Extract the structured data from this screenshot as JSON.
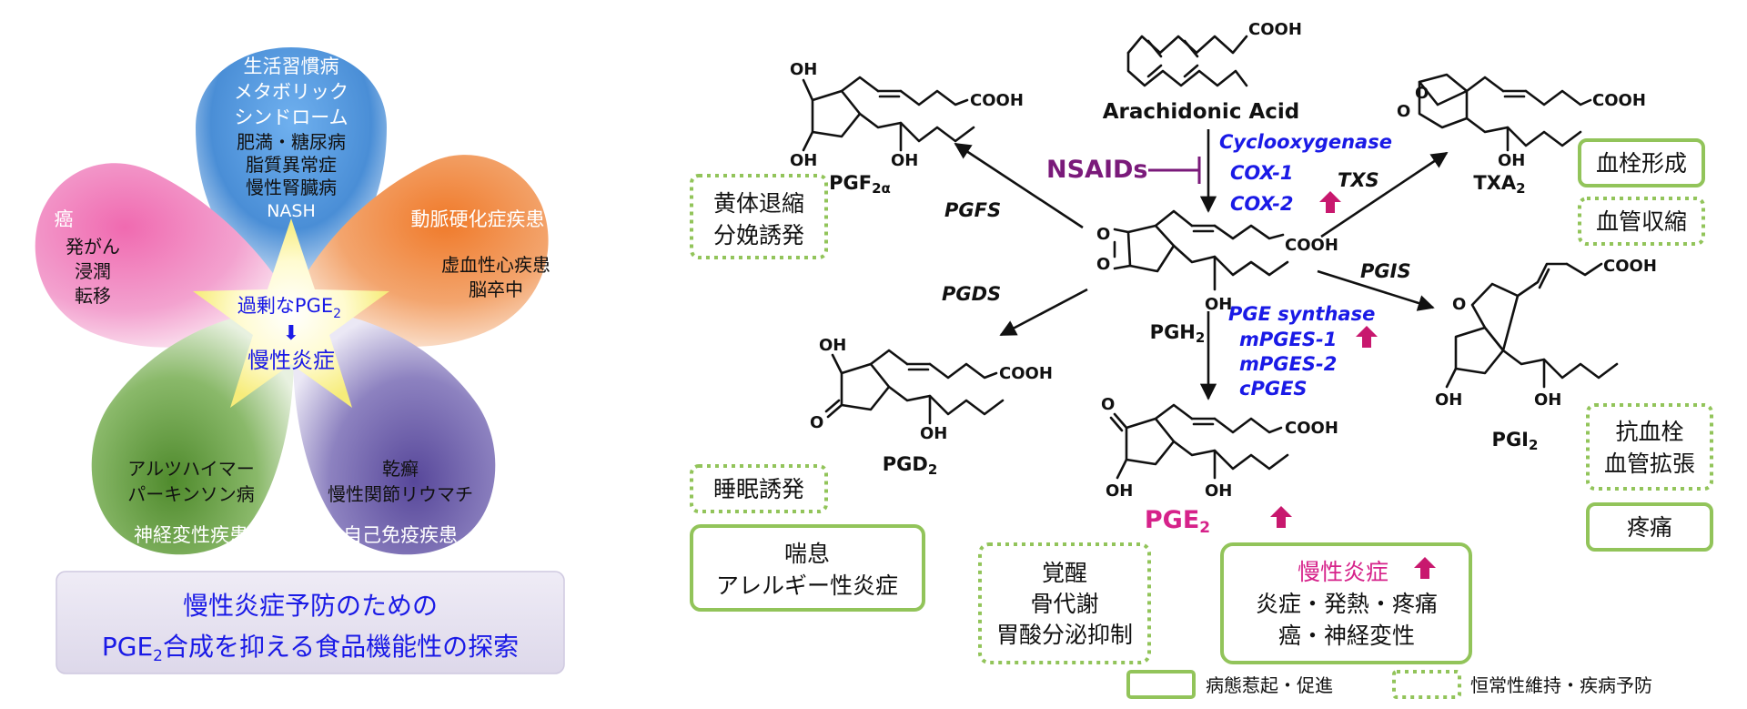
{
  "left": {
    "petals": {
      "top": {
        "lines": [
          "生活習慣病",
          "メタボリック",
          "シンドローム",
          "肥満・糖尿病",
          "脂質異常症",
          "慢性腎臓病",
          "NASH"
        ],
        "color": "#4a8ed6"
      },
      "upper_left": {
        "title": "癌",
        "lines": [
          "発がん",
          "浸潤",
          "転移"
        ],
        "color": "#ec5aa7"
      },
      "upper_right": {
        "title": "動脈硬化症疾患",
        "lines": [
          "虚血性心疾患",
          "脳卒中"
        ],
        "color": "#f08a3c"
      },
      "lower_left": {
        "lines": [
          "アルツハイマー",
          "パーキンソン病"
        ],
        "label": "神経変性疾患",
        "color": "#5f9a3c"
      },
      "lower_right": {
        "lines": [
          "乾癬",
          "慢性関節リウマチ"
        ],
        "label": "自己免疫疾患",
        "color": "#6a5aa6"
      }
    },
    "center": {
      "line1_prefix": "過剰なPGE",
      "line1_sub": "2",
      "arrow": "⬇",
      "line2": "慢性炎症"
    },
    "banner": {
      "line1": "慢性炎症予防のための",
      "line2_prefix": "PGE",
      "line2_sub": "2",
      "line2_suffix": "合成を抑える食品機能性の探索"
    }
  },
  "right": {
    "arachidonic_acid": "Arachidonic Acid",
    "nsaids": "NSAIDs",
    "cyclooxygenase": [
      "Cyclooxygenase",
      "COX-1",
      "COX-2"
    ],
    "pge_synthase": [
      "PGE synthase",
      "mPGES-1",
      "mPGES-2",
      "cPGES"
    ],
    "enzymes": {
      "pgfs": "PGFS",
      "pgds": "PGDS",
      "txs": "TXS",
      "pgis": "PGIS"
    },
    "compounds": {
      "pgf": {
        "main": "PGF",
        "sub": "2α"
      },
      "pgd": {
        "main": "PGD",
        "sub": "2"
      },
      "pgh": {
        "main": "PGH",
        "sub": "2"
      },
      "pge": {
        "main": "PGE",
        "sub": "2"
      },
      "txa": {
        "main": "TXA",
        "sub": "2"
      },
      "pgi": {
        "main": "PGI",
        "sub": "2"
      }
    },
    "groups": {
      "cooh": "COOH",
      "oh": "OH",
      "o": "O"
    },
    "boxes": {
      "pgf_effects": [
        "黄体退縮",
        "分娩誘発"
      ],
      "pgd_sleep": "睡眠誘発",
      "pgd_asthma": [
        "喘息",
        "アレルギー性炎症"
      ],
      "pge_homeo": [
        "覚醒",
        "骨代謝",
        "胃酸分泌抑制"
      ],
      "pge_chronic_title": "慢性炎症",
      "pge_chronic_lines": [
        "炎症・発熱・疼痛",
        "癌・神経変性"
      ],
      "txa_thrombus": "血栓形成",
      "txa_vaso": "血管収縮",
      "pgi_effects": [
        "抗血栓",
        "血管拡張"
      ],
      "pgi_pain": "疼痛"
    },
    "legend": {
      "solid": "病態惹起・促進",
      "dotted": "恒常性維持・疾病予防"
    }
  },
  "colors": {
    "green_box": "#92c45a",
    "blue_text": "#1a1ae6",
    "magenta": "#d6228a",
    "purple": "#7a1a7a",
    "up_arrow": "#c8186e"
  }
}
